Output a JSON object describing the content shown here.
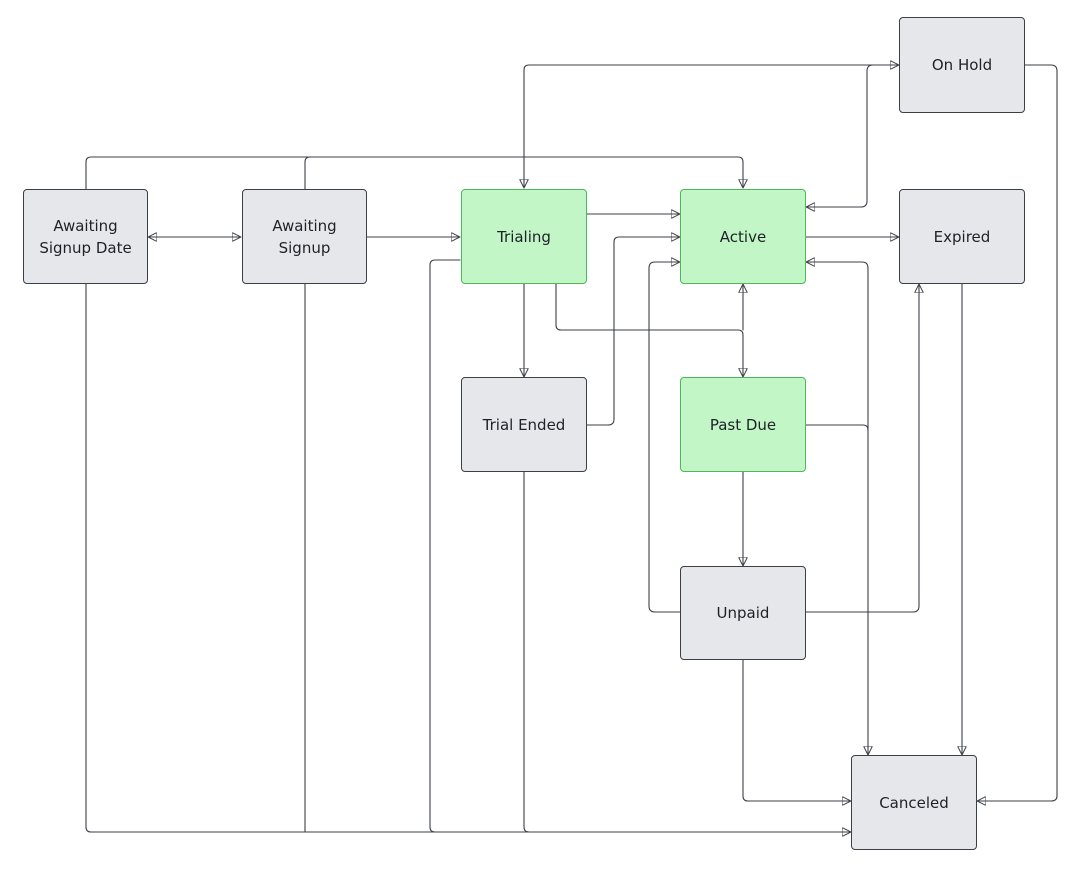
{
  "diagram": {
    "type": "state-machine",
    "colors": {
      "neutral": "#e6e7eb",
      "highlight": "#c2f6c7",
      "highlight_border": "#4cb85a",
      "line": "#3b3f46"
    },
    "nodes": {
      "awaiting_signup_date": {
        "label": "Awaiting\nSignup Date",
        "highlight": false
      },
      "awaiting_signup": {
        "label": "Awaiting\nSignup",
        "highlight": false
      },
      "trialing": {
        "label": "Trialing",
        "highlight": true
      },
      "active": {
        "label": "Active",
        "highlight": true
      },
      "on_hold": {
        "label": "On Hold",
        "highlight": false
      },
      "expired": {
        "label": "Expired",
        "highlight": false
      },
      "trial_ended": {
        "label": "Trial Ended",
        "highlight": false
      },
      "past_due": {
        "label": "Past Due",
        "highlight": true
      },
      "unpaid": {
        "label": "Unpaid",
        "highlight": false
      },
      "canceled": {
        "label": "Canceled",
        "highlight": false
      }
    },
    "edges": [
      {
        "from": "Awaiting Signup Date",
        "to": "Awaiting Signup",
        "bidirectional": true
      },
      {
        "from": "Awaiting Signup Date",
        "to": "Active"
      },
      {
        "from": "Awaiting Signup Date",
        "to": "Canceled"
      },
      {
        "from": "Awaiting Signup",
        "to": "Trialing"
      },
      {
        "from": "Awaiting Signup",
        "to": "Active"
      },
      {
        "from": "Awaiting Signup",
        "to": "Canceled"
      },
      {
        "from": "Trialing",
        "to": "Active"
      },
      {
        "from": "Trialing",
        "to": "Trial Ended"
      },
      {
        "from": "Trialing",
        "to": "Past Due"
      },
      {
        "from": "Trialing",
        "to": "Canceled"
      },
      {
        "from": "Trialing",
        "to": "On Hold",
        "bidirectional": true
      },
      {
        "from": "Active",
        "to": "On Hold",
        "bidirectional": true
      },
      {
        "from": "Active",
        "to": "Expired"
      },
      {
        "from": "Active",
        "to": "Past Due",
        "bidirectional": true
      },
      {
        "from": "Active",
        "to": "Canceled",
        "bidirectional": true
      },
      {
        "from": "Trial Ended",
        "to": "Active"
      },
      {
        "from": "Trial Ended",
        "to": "Canceled"
      },
      {
        "from": "Past Due",
        "to": "Unpaid"
      },
      {
        "from": "Past Due",
        "to": "Canceled"
      },
      {
        "from": "Unpaid",
        "to": "Active"
      },
      {
        "from": "Unpaid",
        "to": "Expired"
      },
      {
        "from": "Unpaid",
        "to": "Canceled"
      },
      {
        "from": "Expired",
        "to": "Canceled"
      },
      {
        "from": "On Hold",
        "to": "Canceled"
      }
    ]
  }
}
